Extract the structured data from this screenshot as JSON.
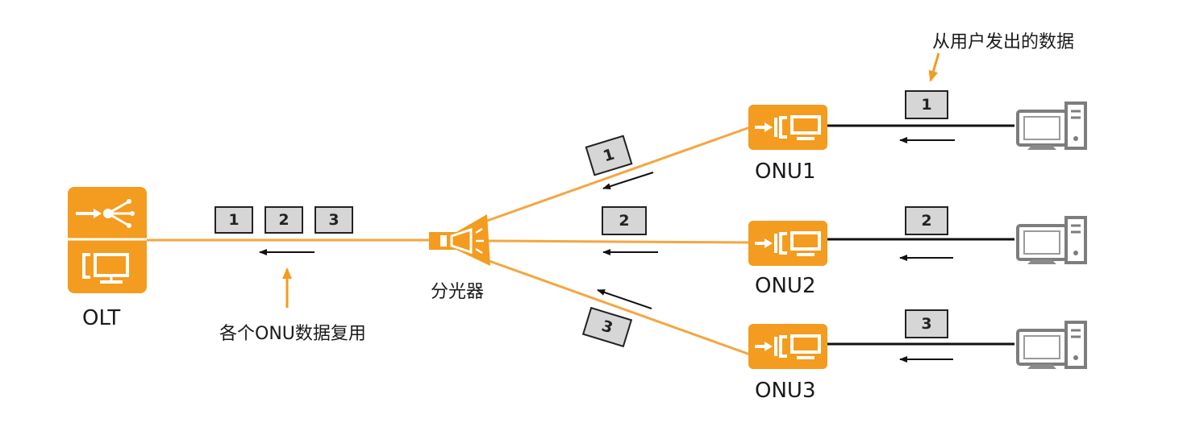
{
  "nodes": {
    "olt": {
      "label": "OLT"
    },
    "splitter": {
      "label": "分光器"
    },
    "onus": [
      {
        "label": "ONU1"
      },
      {
        "label": "ONU2"
      },
      {
        "label": "ONU3"
      }
    ]
  },
  "annotations": {
    "user_data": "从用户发出的数据",
    "multiplex": "各个ONU数据复用"
  },
  "packets": {
    "trunk": [
      "1",
      "2",
      "3"
    ],
    "branches": [
      "1",
      "2",
      "3"
    ],
    "user_links": [
      "1",
      "2",
      "3"
    ]
  },
  "colors": {
    "accent": "#f39c1f",
    "fiber": "#f5a640",
    "copper": "#111111",
    "packet_fill": "#d6d6d6",
    "computer": "#8a8a8a"
  },
  "icons": {
    "olt": "olt-device-icon",
    "splitter": "optical-splitter-icon",
    "onu": "onu-device-icon",
    "computer": "desktop-computer-icon"
  }
}
